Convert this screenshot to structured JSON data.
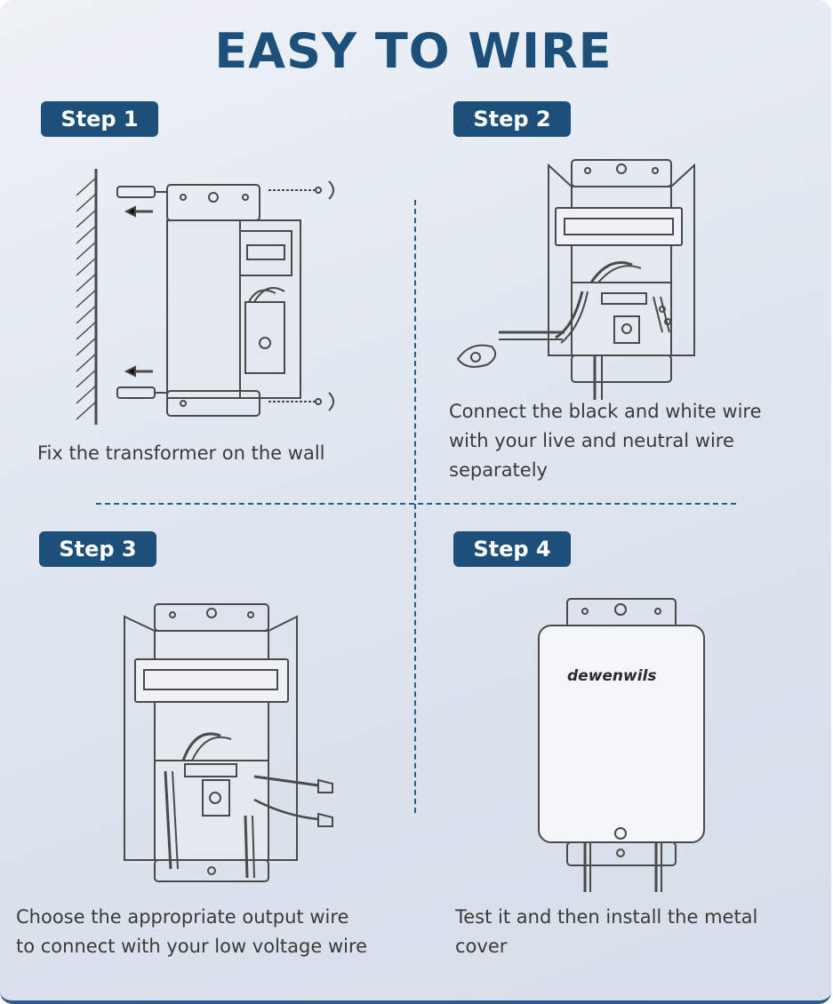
{
  "title": "EASY TO WIRE",
  "steps": [
    {
      "label": "Step 1",
      "caption_lines": [
        "Fix the transformer on the wall"
      ]
    },
    {
      "label": "Step 2",
      "caption_lines": [
        "Connect the black and white wire",
        "with your live and neutral wire",
        "separately"
      ]
    },
    {
      "label": "Step 3",
      "caption_lines": [
        "Choose the appropriate output wire",
        "to connect with your low voltage wire"
      ]
    },
    {
      "label": "Step 4",
      "caption_lines": [
        "Test it and then install the metal",
        "cover"
      ]
    }
  ],
  "brand_logo": "dewenwils",
  "colors": {
    "accent": "#1d4f7b",
    "line": "#2c5d8a",
    "text": "#3a3a3a",
    "illustration": "#4a4a4a"
  }
}
